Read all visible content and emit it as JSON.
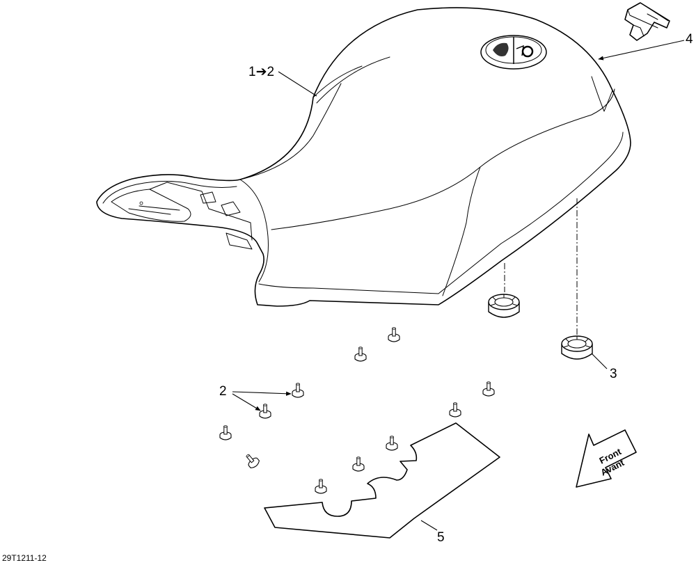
{
  "callouts": {
    "seat": "1➔2",
    "pins": "2",
    "grommet": "3",
    "latch": "4",
    "pad": "5"
  },
  "front_arrow": {
    "line1": "Front",
    "line2": "Avant"
  },
  "drawing_ref": "29T1211-12"
}
